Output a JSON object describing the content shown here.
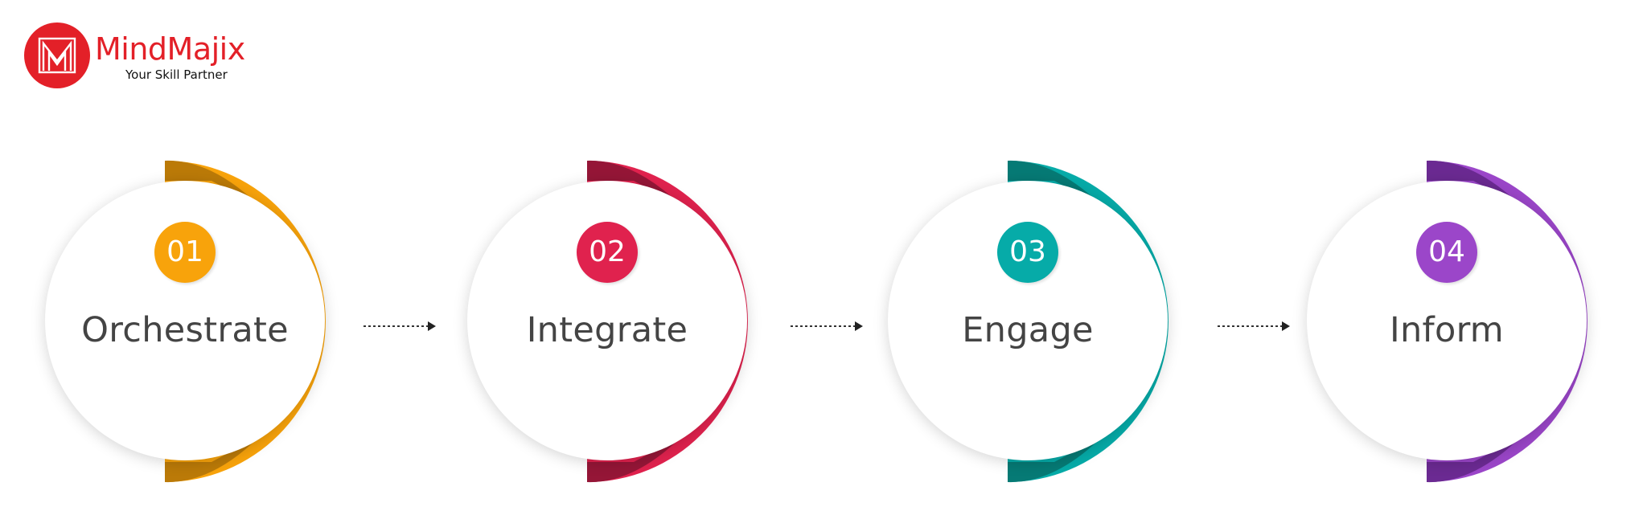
{
  "brand": {
    "name": "MindMajix",
    "tagline": "Your Skill Partner",
    "logo_icon": "mindmajix-m-logo",
    "color": "#e32028"
  },
  "steps": [
    {
      "number": "01",
      "label": "Orchestrate",
      "color": "#f8a30b",
      "shade": "#bb7a08"
    },
    {
      "number": "02",
      "label": "Integrate",
      "color": "#e0224e",
      "shade": "#951637"
    },
    {
      "number": "03",
      "label": "Engage",
      "color": "#06aba8",
      "shade": "#067a75"
    },
    {
      "number": "04",
      "label": "Inform",
      "color": "#9b46c9",
      "shade": "#6b2a92"
    }
  ],
  "connector_icon": "dotted-arrow-right"
}
